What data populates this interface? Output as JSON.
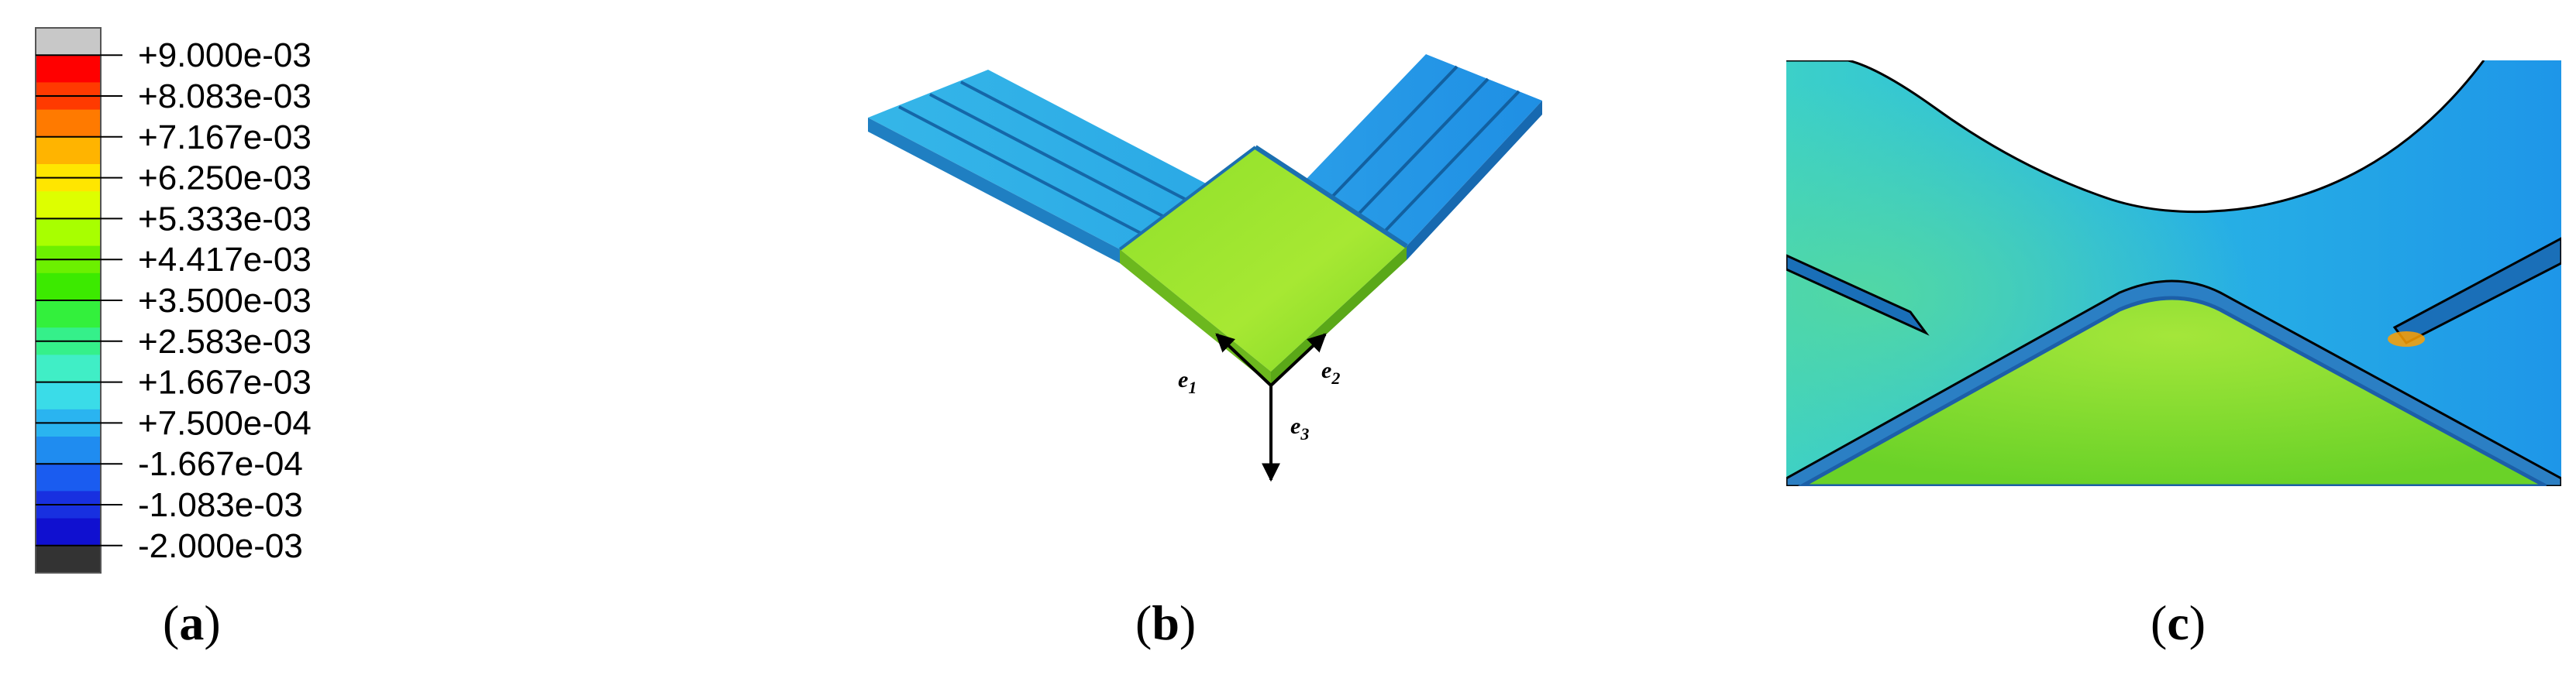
{
  "legend": {
    "values": [
      "+9.000e-03",
      "+8.083e-03",
      "+7.167e-03",
      "+6.250e-03",
      "+5.333e-03",
      "+4.417e-03",
      "+3.500e-03",
      "+2.583e-03",
      "+1.667e-03",
      "+7.500e-04",
      "-1.667e-04",
      "-1.083e-03",
      "-2.000e-03"
    ],
    "colors": [
      "#c8c8c8",
      "#ff0000",
      "#ff3a00",
      "#ff7a00",
      "#ffb400",
      "#ffe600",
      "#ddff00",
      "#a8ff00",
      "#6cf000",
      "#3cea00",
      "#33f03c",
      "#35f08a",
      "#40eec6",
      "#3adce8",
      "#2ab4f0",
      "#1f8cf0",
      "#1a5cf0",
      "#1830e0",
      "#1010d0",
      "#333333"
    ]
  },
  "panel_b": {
    "axes": [
      {
        "letter": "e",
        "sub": "1"
      },
      {
        "letter": "e",
        "sub": "2"
      },
      {
        "letter": "e",
        "sub": "3"
      }
    ]
  },
  "labels": {
    "a": {
      "open": "(",
      "letter": "a",
      "close": ")"
    },
    "b": {
      "open": "(",
      "letter": "b",
      "close": ")"
    },
    "c": {
      "open": "(",
      "letter": "c",
      "close": ")"
    }
  }
}
